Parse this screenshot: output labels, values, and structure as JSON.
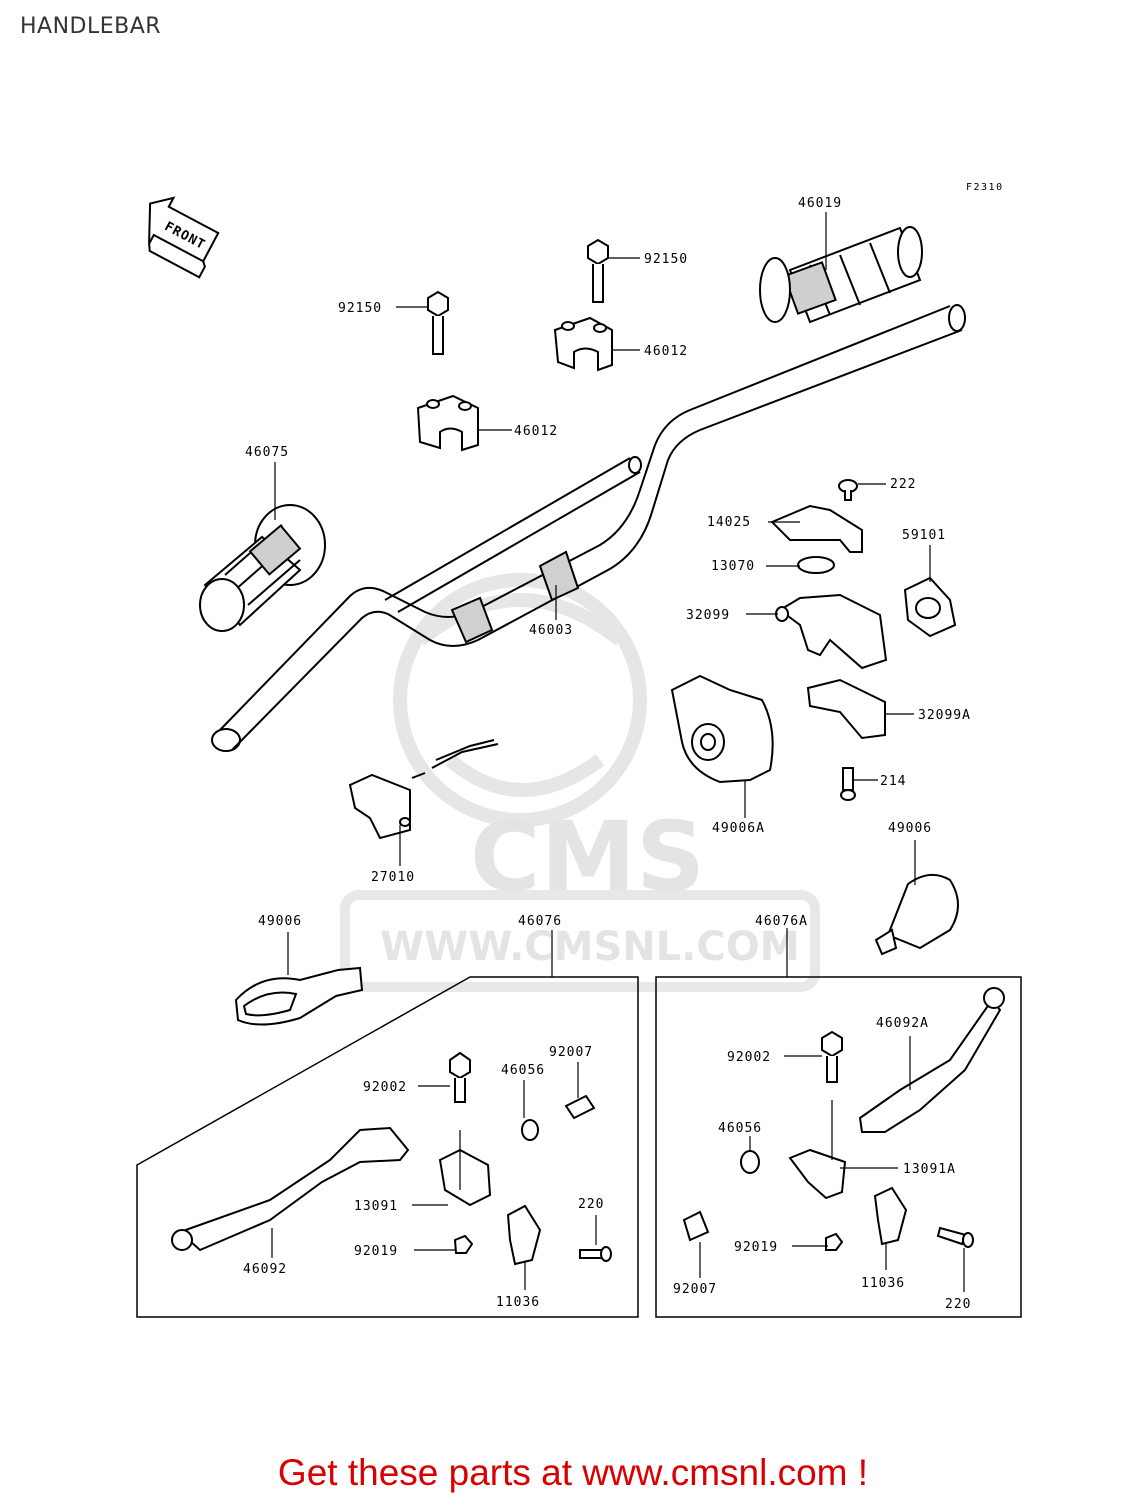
{
  "title": "HANDLEBAR",
  "figure_code": "F2310",
  "front_label": "FRONT",
  "watermark": {
    "brand": "CMS",
    "url": "WWW.CMSNL.COM"
  },
  "part_labels": {
    "p46019": "46019",
    "p92150_right": "92150",
    "p92150_left": "92150",
    "p46012_upper": "46012",
    "p46012_lower": "46012",
    "p46075": "46075",
    "p222": "222",
    "p14025": "14025",
    "p59101": "59101",
    "p13070": "13070",
    "p32099": "32099",
    "p46003": "46003",
    "p32099A": "32099A",
    "p214": "214",
    "p49006A": "49006A",
    "p49006_right": "49006",
    "p27010": "27010",
    "p49006_left": "49006",
    "p46076": "46076",
    "p46076A": "46076A"
  },
  "left_box": {
    "p92007": "92007",
    "p46056": "46056",
    "p92002": "92002",
    "p13091": "13091",
    "p220": "220",
    "p92019": "92019",
    "p46092": "46092",
    "p11036": "11036"
  },
  "right_box": {
    "p46092A": "46092A",
    "p92002": "92002",
    "p46056": "46056",
    "p13091A": "13091A",
    "p92019": "92019",
    "p11036": "11036",
    "p92007": "92007",
    "p220": "220"
  },
  "footer": "Get these parts at www.cmsnl.com !"
}
